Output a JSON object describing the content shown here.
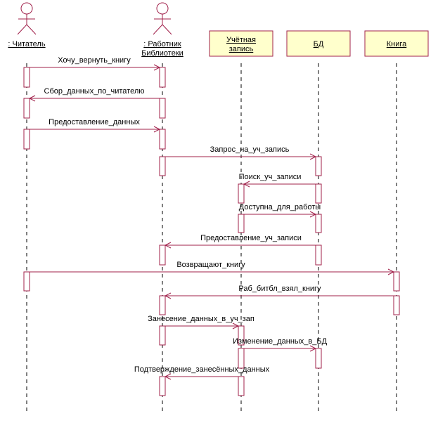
{
  "participants": [
    {
      "id": "reader",
      "kind": "actor",
      "lines": [
        ": Читатель"
      ]
    },
    {
      "id": "worker",
      "kind": "actor",
      "lines": [
        ": Работник",
        "Библиотеки"
      ]
    },
    {
      "id": "account",
      "kind": "object",
      "lines": [
        "Учётная",
        "запись"
      ]
    },
    {
      "id": "db",
      "kind": "object",
      "lines": [
        "БД"
      ]
    },
    {
      "id": "book",
      "kind": "object",
      "lines": [
        "Книга"
      ]
    }
  ],
  "messages": [
    {
      "from": "reader",
      "to": "worker",
      "label": "Хочу_вернуть_книгу"
    },
    {
      "from": "worker",
      "to": "reader",
      "label": "Сбор_данных_по_читателю"
    },
    {
      "from": "reader",
      "to": "worker",
      "label": "Предоставление_данных"
    },
    {
      "from": "worker",
      "to": "db",
      "label": "Запрос_на_уч_запись"
    },
    {
      "from": "db",
      "to": "account",
      "label": "Поиск_уч_записи"
    },
    {
      "from": "account",
      "to": "db",
      "label": "Доступна_для_работы"
    },
    {
      "from": "db",
      "to": "worker",
      "label": "Предоставление_уч_записи"
    },
    {
      "from": "reader",
      "to": "book",
      "label": "Возвращают_книгу"
    },
    {
      "from": "book",
      "to": "worker",
      "label": "Раб_битбл_взял_книгу"
    },
    {
      "from": "worker",
      "to": "account",
      "label": "Занесение_данных_в_уч_зап"
    },
    {
      "from": "account",
      "to": "db",
      "label": "Изменение_данных_в_БД"
    },
    {
      "from": "account",
      "to": "worker",
      "label": "Подтверждение_занесённых_данных"
    }
  ],
  "colors": {
    "line": "#a0204a",
    "object_fill": "#ffffcc",
    "text": "#000000"
  },
  "icons": {
    "actor": "stick-figure-icon"
  }
}
